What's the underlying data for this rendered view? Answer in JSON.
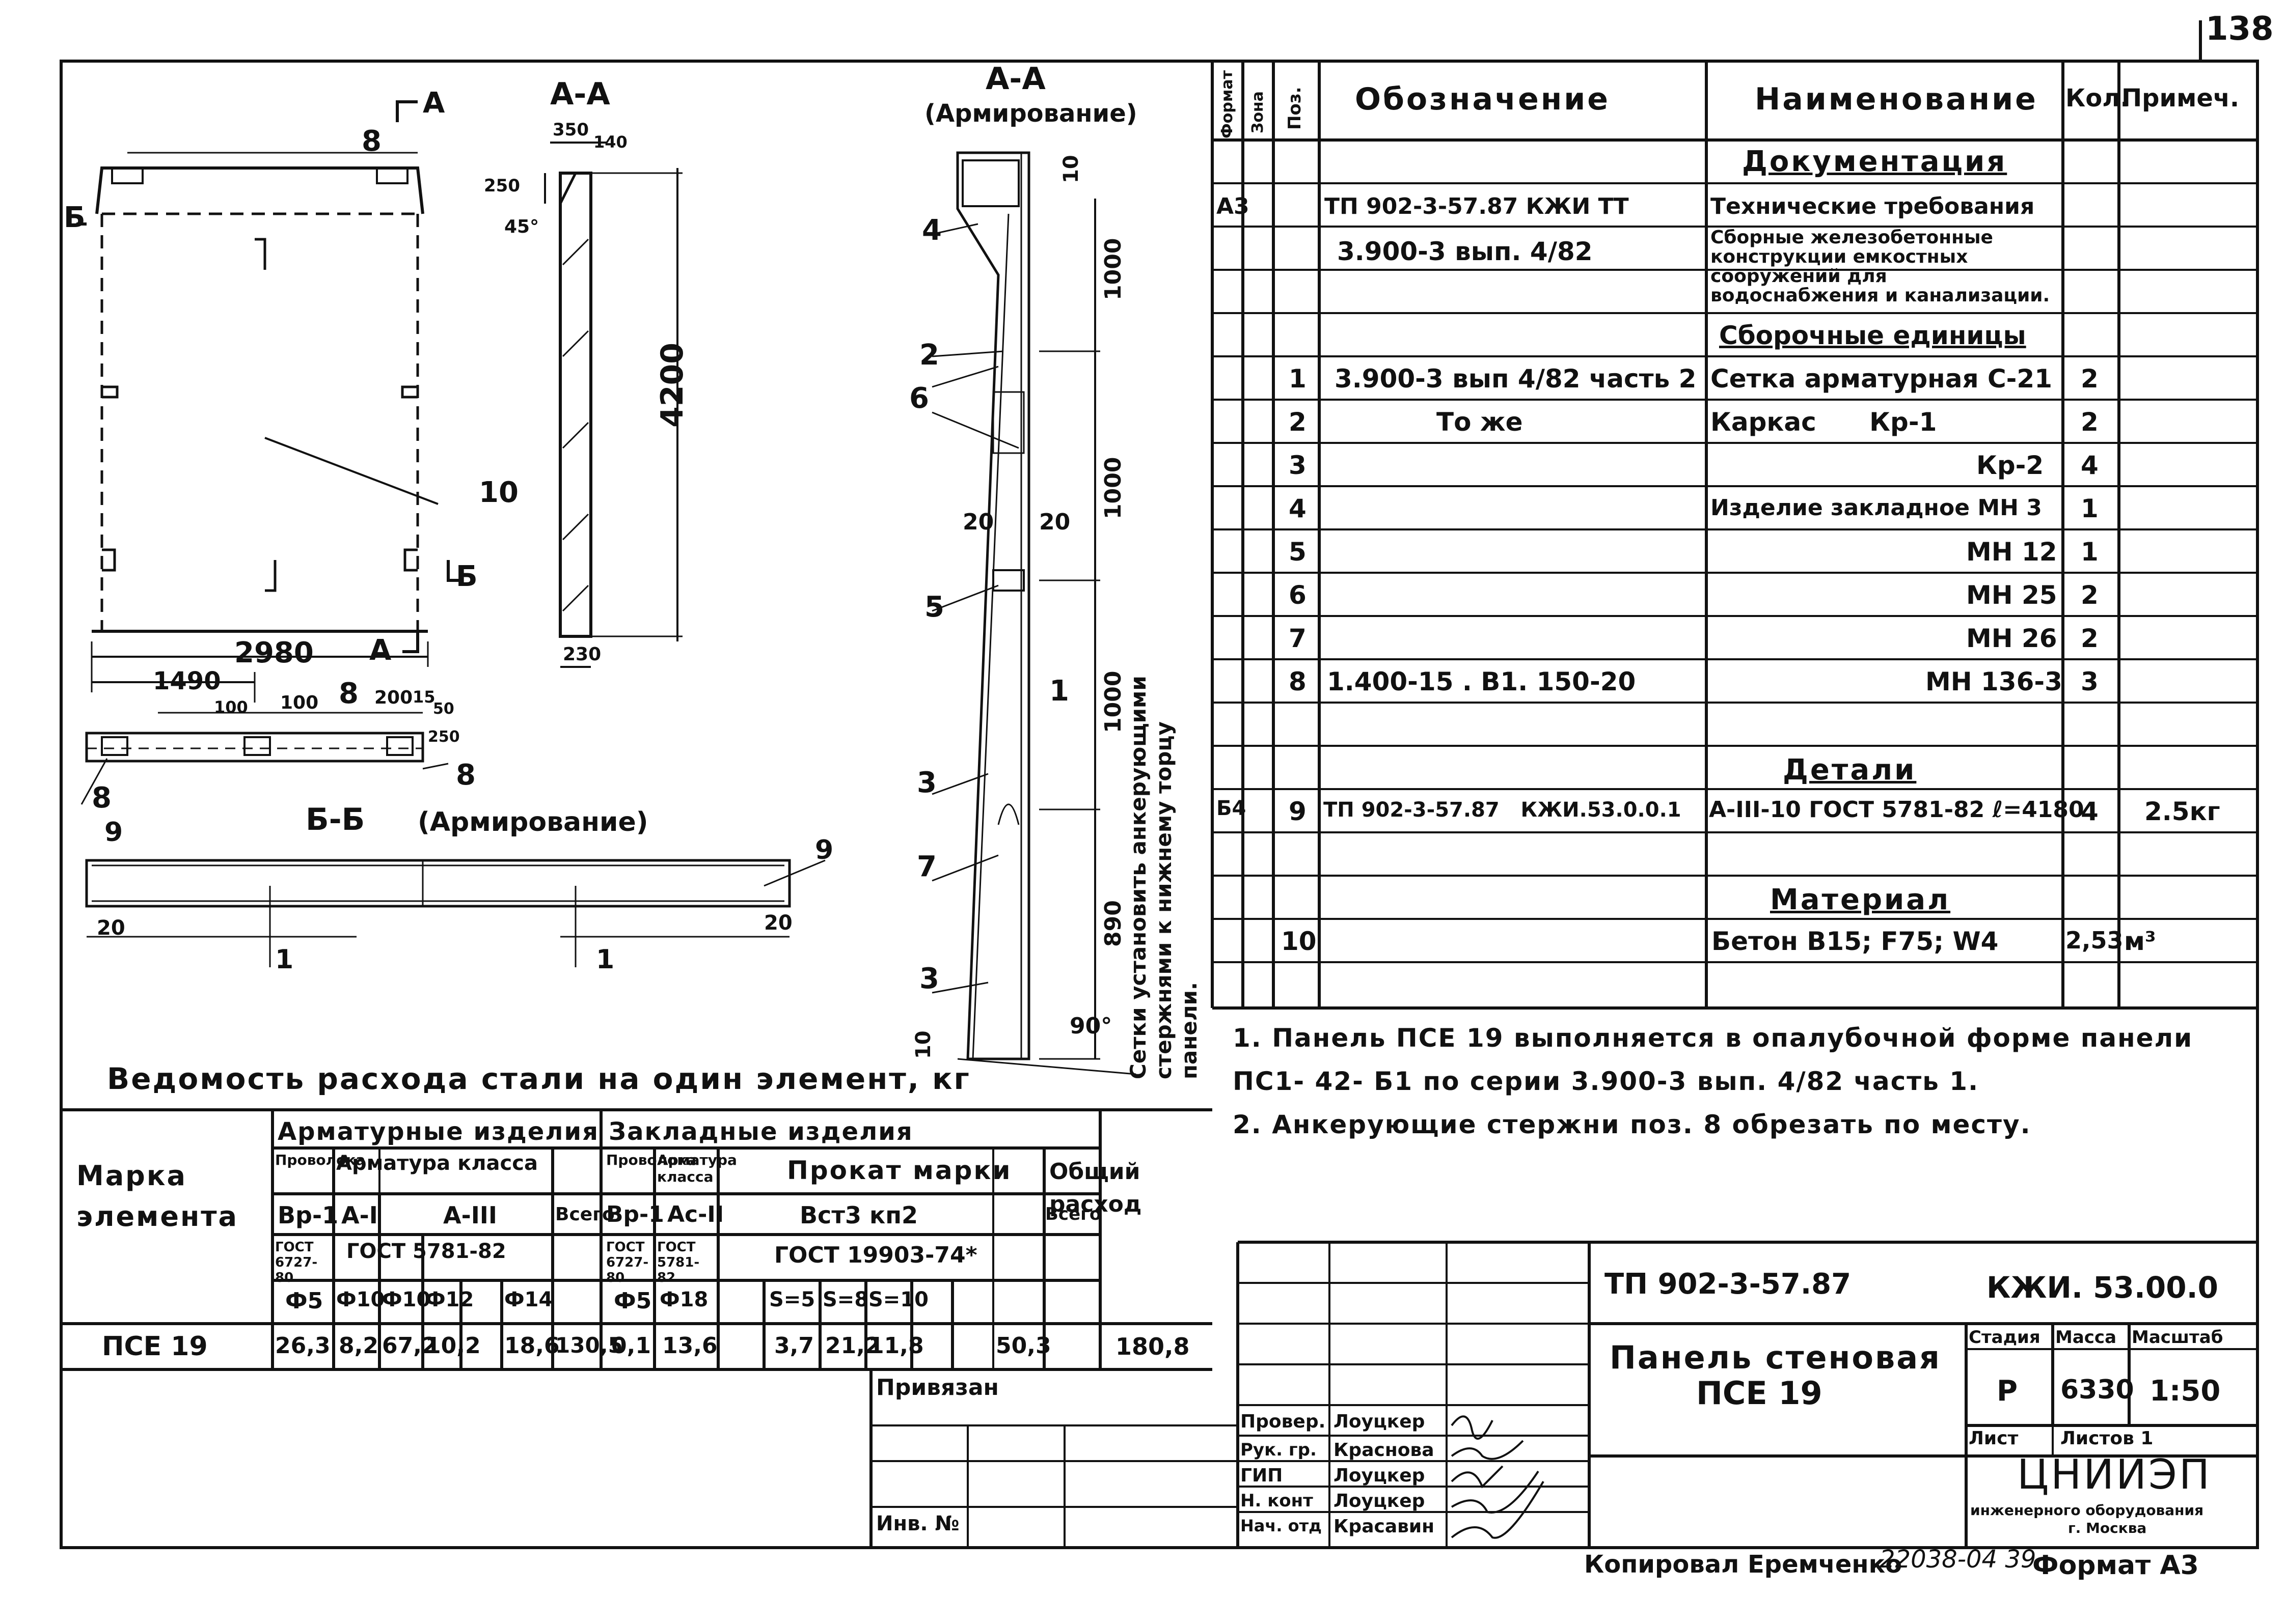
{
  "sheet_number": "138",
  "drawing": {
    "section_aa_title": "А-А",
    "section_aa_arm_title": "А-А",
    "section_aa_arm_subtitle": "(Армирование)",
    "section_bb_title": "Б-Б",
    "section_bb_subtitle": "(Армирование)",
    "cut_a": "А",
    "cut_b": "Б",
    "dim_panel_width": "2980",
    "dim_half_width": "1490",
    "dim_height": "4200",
    "dim_350": "350",
    "dim_140": "140",
    "dim_250": "250",
    "dim_45": "45°",
    "dim_230": "230",
    "dim_100a": "100",
    "dim_100b": "100",
    "dim_200": "200",
    "dim_15": "15",
    "dim_50": "50",
    "dim_250b": "250",
    "dim_1000a": "1000",
    "dim_1000b": "1000",
    "dim_1000c": "1000",
    "dim_890": "890",
    "dim_10a": "10",
    "dim_10b": "10",
    "dim_20a": "20",
    "dim_20b": "20",
    "dim_20c": "20",
    "dim_20d": "20",
    "dim_90": "90°",
    "pos_labels": [
      "1",
      "2",
      "3",
      "4",
      "5",
      "6",
      "7",
      "8",
      "9",
      "10"
    ],
    "vertical_note_1": "Сетки установить анкерующими",
    "vertical_note_2": "стержнями к нижнему торцу",
    "vertical_note_3": "панели."
  },
  "spec_table": {
    "headers": {
      "format": "Формат",
      "zone": "Зона",
      "pos": "Поз.",
      "designation": "Обозначение",
      "name": "Наименование",
      "qty": "Кол.",
      "note": "Примеч."
    },
    "rows": [
      {
        "format": "",
        "pos": "",
        "designation": "",
        "name": "Документация",
        "qty": "",
        "note": "",
        "section": true
      },
      {
        "format": "А3",
        "pos": "",
        "designation": "ТП 902-3-57.87   КЖИ ТТ",
        "name": "Технические требования",
        "qty": "",
        "note": ""
      },
      {
        "format": "",
        "pos": "",
        "designation": "3.900-3 вып. 4/82",
        "name": "Сборные железобетонные конструкции емкостных сооружений для водоснабжения и канализации.",
        "qty": "",
        "note": ""
      },
      {
        "format": "",
        "pos": "",
        "designation": "",
        "name": "Сборочные единицы",
        "qty": "",
        "note": "",
        "section": true
      },
      {
        "format": "",
        "pos": "1",
        "designation": "3.900-3 вып 4/82 часть 2",
        "name": "Сетка арматурная С-21",
        "qty": "2",
        "note": ""
      },
      {
        "format": "",
        "pos": "2",
        "designation": "То же",
        "name": "Каркас      Кр-1",
        "qty": "2",
        "note": ""
      },
      {
        "format": "",
        "pos": "3",
        "designation": "",
        "name": "Кр-2",
        "qty": "4",
        "note": ""
      },
      {
        "format": "",
        "pos": "4",
        "designation": "",
        "name": "Изделие закладное МН 3",
        "qty": "1",
        "note": ""
      },
      {
        "format": "",
        "pos": "5",
        "designation": "",
        "name": "МН 12",
        "qty": "1",
        "note": ""
      },
      {
        "format": "",
        "pos": "6",
        "designation": "",
        "name": "МН 25",
        "qty": "2",
        "note": ""
      },
      {
        "format": "",
        "pos": "7",
        "designation": "",
        "name": "МН 26",
        "qty": "2",
        "note": ""
      },
      {
        "format": "",
        "pos": "8",
        "designation": "1.400-15 . В1. 150-20",
        "name": "МН 136-3",
        "qty": "3",
        "note": ""
      },
      {
        "format": "",
        "pos": "",
        "designation": "",
        "name": "Детали",
        "qty": "",
        "note": "",
        "section": true
      },
      {
        "format": "Б4",
        "pos": "9",
        "designation": "ТП 902-3-57.87   КЖИ.53.0.0.1",
        "name": "А-III-10 ГОСТ 5781-82 ℓ=4180",
        "qty": "4",
        "note": "2.5кг"
      },
      {
        "format": "",
        "pos": "",
        "designation": "",
        "name": "",
        "qty": "",
        "note": ""
      },
      {
        "format": "",
        "pos": "",
        "designation": "",
        "name": "Материал",
        "qty": "",
        "note": "",
        "section": true
      },
      {
        "format": "",
        "pos": "10",
        "designation": "",
        "name": "Бетон В15; F75; W4",
        "qty": "2,53",
        "note": "м³"
      }
    ]
  },
  "notes": [
    "1. Панель ПСЕ 19 выполняется в опалубочной форме панели",
    "ПС1- 42- Б1 по серии 3.900-3 вып. 4/82 часть 1.",
    "2. Анкерующие стержни поз. 8 обрезать по месту."
  ],
  "steel_table": {
    "title": "Ведомость расхода стали на один элемент, кг",
    "mark_header": "Марка элемента",
    "arm_group": "Арматурные изделия",
    "emb_group": "Закладные изделия",
    "wire": "Проволока",
    "arm_class": "Арматура класса",
    "arm_class_short": "Арматура класса",
    "rolled": "Прокат марки",
    "total_col": "Всего",
    "total_all": "Общий расход",
    "bp1": "Вр-1",
    "a1": "А-I",
    "a3": "А-III",
    "ac2": "Ас-II",
    "vst": "Вст3 кп2",
    "gost_6727": "ГОСТ 6727-80",
    "gost_5781": "ГОСТ 5781-82",
    "gost_19903": "ГОСТ 19903-74*",
    "d_arm": [
      "Ф5",
      "Ф10",
      "Ф10",
      "Ф12",
      "Ф14"
    ],
    "d_emb": [
      "Ф5",
      "Ф18",
      "S=5",
      "S=8",
      "S=10"
    ],
    "row_mark": "ПСЕ 19",
    "row_values": [
      "26,3",
      "8,2",
      "67,2",
      "10,2",
      "18,6",
      "130,5",
      "0,1",
      "13,6",
      "",
      "3,7",
      "21,2",
      "11,8",
      "",
      "",
      "50,3",
      "180,8"
    ]
  },
  "title_block": {
    "code_left": "ТП 902-3-57.87",
    "code_right": "КЖИ. 53.00.0",
    "title_line1": "Панель стеновая",
    "title_line2": "ПСЕ 19",
    "stage_label": "Стадия",
    "mass_label": "Масса",
    "scale_label": "Масштаб",
    "stage": "Р",
    "mass": "6330",
    "scale": "1:50",
    "sheet_label": "Лист",
    "sheets_label": "Листов 1",
    "org": "ЦНИИЭП",
    "org_sub": "инженерного оборудования",
    "org_city": "г. Москва",
    "bound": "Привязан",
    "inv": "Инв. №",
    "signers": [
      {
        "role": "Провер.",
        "name": "Лоуцкер"
      },
      {
        "role": "Рук. гр.",
        "name": "Краснова"
      },
      {
        "role": "ГИП",
        "name": "Лоуцкер"
      },
      {
        "role": "Н. конт",
        "name": "Лоуцкер"
      },
      {
        "role": "Нач. отд",
        "name": "Красавин"
      }
    ],
    "copied_by": "Копировал Еремченко",
    "copy_num": "22038-04 39",
    "format": "Формат А3"
  }
}
